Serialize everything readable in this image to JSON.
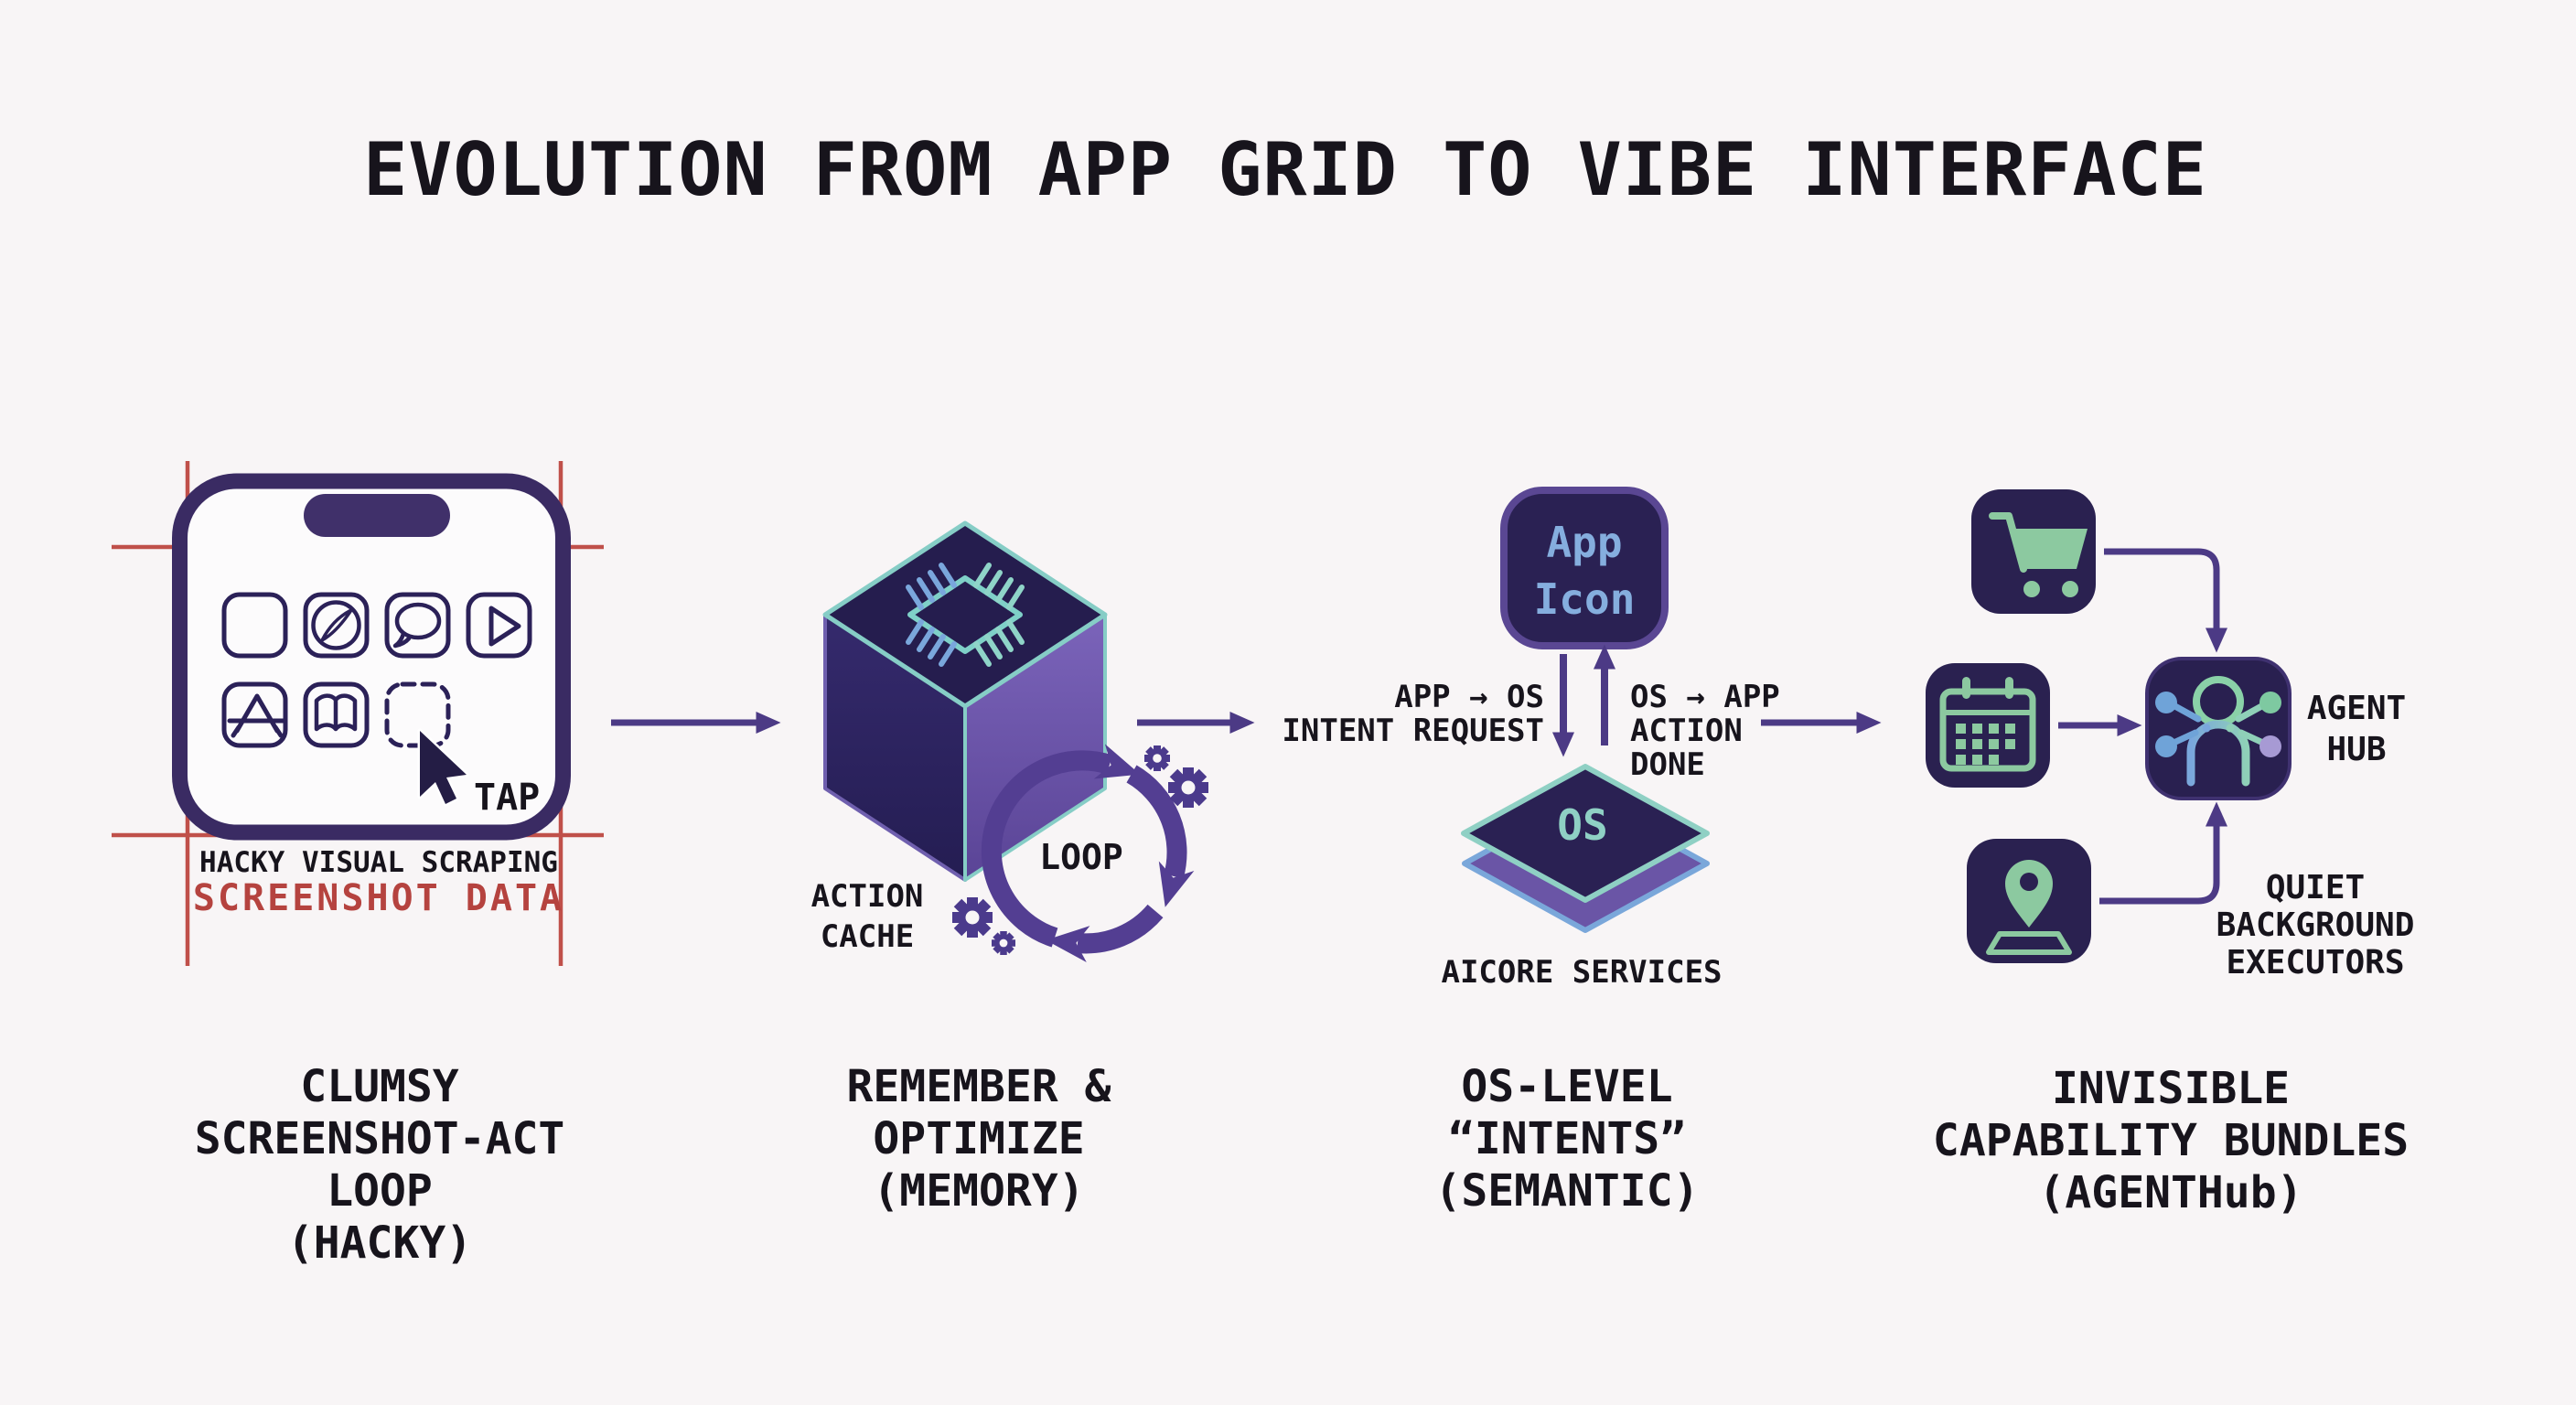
{
  "title": "EVOLUTION FROM APP GRID TO VIBE INTERFACE",
  "colors": {
    "background": "#f8f5f6",
    "ink": "#17141c",
    "purple_dark": "#3a2b63",
    "purple_arrow": "#4c3a85",
    "purple_loop": "#533e92",
    "red_accent": "#b5433f",
    "tile_navy": "#2a2153",
    "teal_edge": "#8fd0c4",
    "blue_accent": "#7aa7da",
    "green_icon": "#8cc9a0",
    "lavender_node": "#a79ad4"
  },
  "stage1": {
    "tap_label": "TAP",
    "note_line1": "HACKY VISUAL SCRAPING",
    "note_line2": "SCREENSHOT DATA",
    "caption": [
      "CLUMSY",
      "SCREENSHOT-ACT",
      "LOOP",
      "(HACKY)"
    ]
  },
  "stage2": {
    "cache_label": [
      "ACTION",
      "CACHE"
    ],
    "loop_label": "LOOP",
    "caption": [
      "REMEMBER &",
      "OPTIMIZE",
      "(MEMORY)"
    ]
  },
  "stage3": {
    "app_tile": [
      "App",
      "Icon"
    ],
    "request": [
      "APP → OS",
      "INTENT REQUEST"
    ],
    "response": [
      "OS → APP",
      "ACTION",
      "DONE"
    ],
    "os_label": "OS",
    "services_label": "AICORE SERVICES",
    "caption": [
      "OS-LEVEL",
      "“INTENTS”",
      "(SEMANTIC)"
    ]
  },
  "stage4": {
    "hub_label": [
      "AGENT",
      "HUB"
    ],
    "executors_label": [
      "QUIET",
      "BACKGROUND",
      "EXECUTORS"
    ],
    "caption": [
      "INVISIBLE",
      "CAPABILITY BUNDLES",
      "(AGENTHub)"
    ]
  },
  "icons": {
    "stage1": [
      "phone-frame-icon",
      "blank-app-icon",
      "browser-compass-icon",
      "messages-bubble-icon",
      "video-play-icon",
      "app-store-icon",
      "books-icon",
      "dashed-slot-icon",
      "cursor-icon",
      "crop-marks-icon"
    ],
    "stage2": [
      "chip-cube-icon",
      "loop-arrows-icon",
      "gear-icon"
    ],
    "stage3": [
      "app-tile-icon",
      "os-layers-icon",
      "down-arrow-icon",
      "up-arrow-icon"
    ],
    "stage4": [
      "cart-icon",
      "calendar-icon",
      "location-pin-icon",
      "agent-hub-icon"
    ]
  }
}
